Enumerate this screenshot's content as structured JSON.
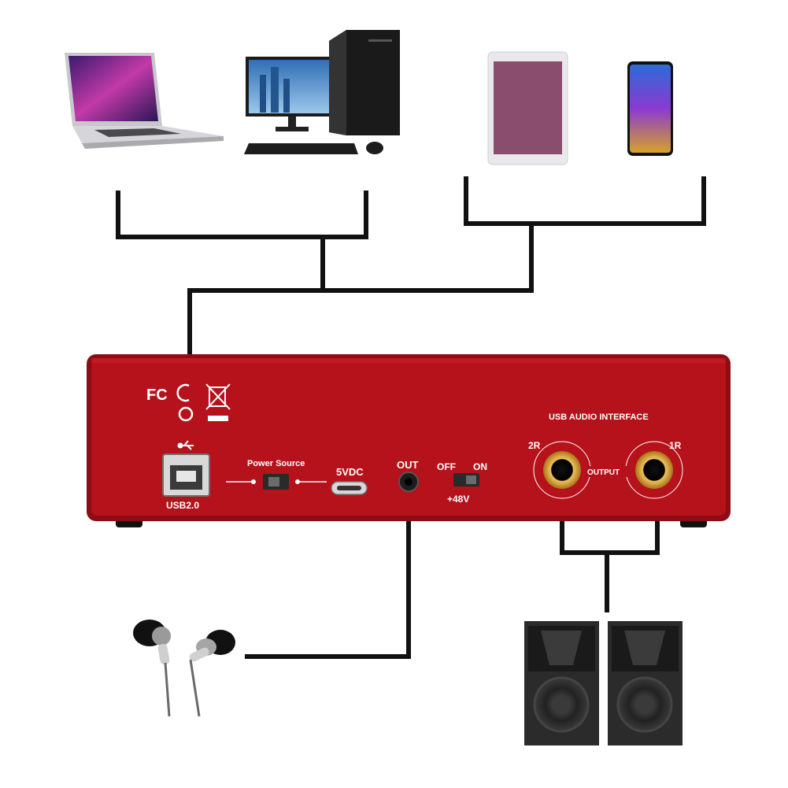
{
  "colors": {
    "device_red": "#b5121b",
    "device_red_dark": "#8c0d14",
    "cable": "#111111",
    "gold": "#c9962b"
  },
  "icons": [
    "laptop-icon",
    "desktop-pc-icon",
    "tablet-icon",
    "smartphone-icon",
    "earphones-icon",
    "speaker-icon",
    "usb-symbol-icon",
    "fc-mark-icon",
    "ce-mark-icon",
    "weee-bin-icon"
  ],
  "device": {
    "marks": {
      "fc": "FC"
    },
    "model_label": "USB AUDIO INTERFACE",
    "usb_label": "USB2.0",
    "power_source_label": "Power Source",
    "dc_label": "5VDC",
    "out_label": "OUT",
    "phantom": {
      "off": "OFF",
      "on": "ON",
      "voltage": "+48V"
    },
    "output_label": "OUTPUT",
    "jack_2": "2R",
    "jack_1": "1R"
  }
}
